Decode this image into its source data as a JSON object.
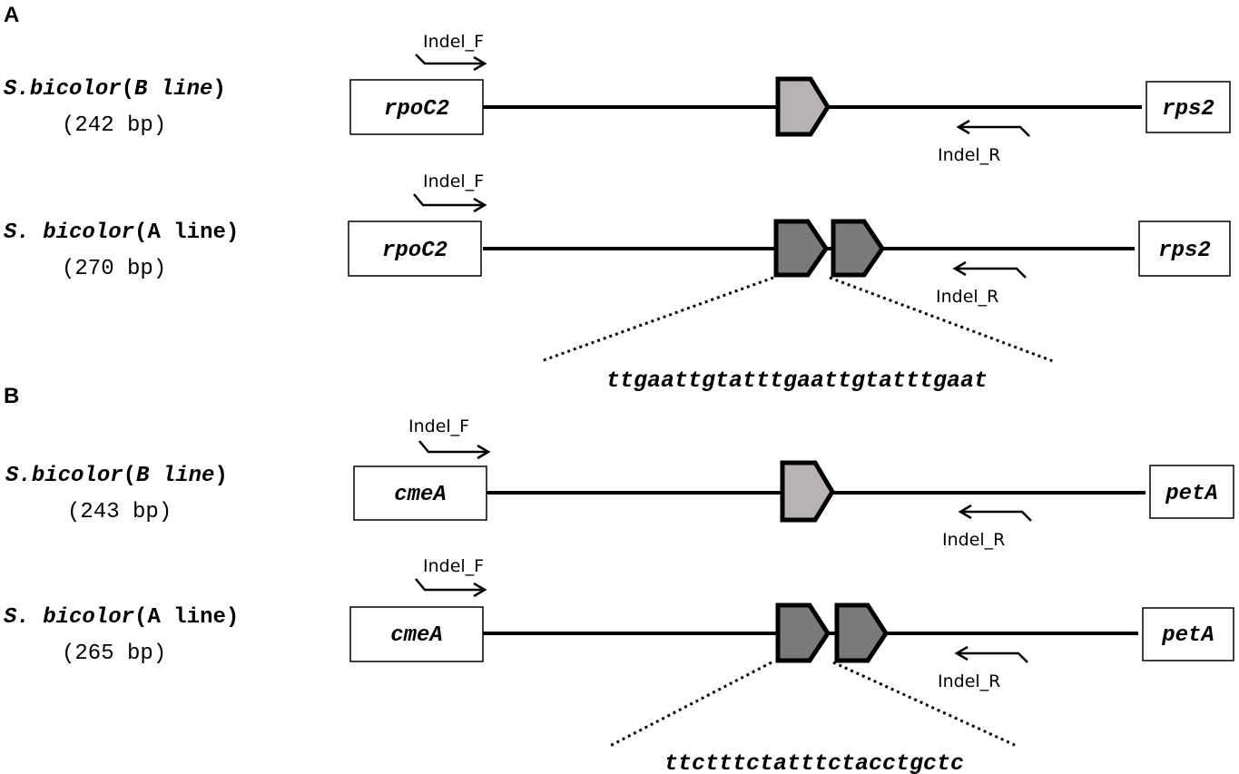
{
  "colors": {
    "repeat_light": "#b8b3b3",
    "repeat_dark": "#7a7a7a",
    "line": "#000000"
  },
  "panels": [
    {
      "label": "A",
      "rows": [
        {
          "species_prefix": "S.",
          "species_italic": "bicolor",
          "species_suffix_open": "(",
          "species_line_letter": "B line",
          "species_suffix_close": ")",
          "size": "(242 bp)",
          "gene_left": "rpoC2",
          "gene_right": "rps2",
          "primer_f": "Indel_F",
          "primer_r": "Indel_R",
          "repeat_count": 1
        },
        {
          "species_prefix": "S. ",
          "species_italic": "bicolor",
          "species_suffix_open": "(",
          "species_line_letter": "A line",
          "species_suffix_close": ")",
          "size": "(270 bp)",
          "gene_left": "rpoC2",
          "gene_right": "rps2",
          "primer_f": "Indel_F",
          "primer_r": "Indel_R",
          "repeat_count": 2
        }
      ],
      "sequence": "ttgaattgtatttgaattgtatttgaat"
    },
    {
      "label": "B",
      "rows": [
        {
          "species_prefix": "S.",
          "species_italic": "bicolor",
          "species_suffix_open": "(",
          "species_line_letter": "B line",
          "species_suffix_close": ")",
          "size": "(243 bp)",
          "gene_left": "cmeA",
          "gene_right": "petA",
          "primer_f": "Indel_F",
          "primer_r": "Indel_R",
          "repeat_count": 1
        },
        {
          "species_prefix": "S. ",
          "species_italic": "bicolor",
          "species_suffix_open": "(",
          "species_line_letter": "A line",
          "species_suffix_close": ")",
          "size": "(265 bp)",
          "gene_left": "cmeA",
          "gene_right": "petA",
          "primer_f": "Indel_F",
          "primer_r": "Indel_R",
          "repeat_count": 2
        }
      ],
      "sequence": "ttctttctatttctacctgctc"
    }
  ]
}
